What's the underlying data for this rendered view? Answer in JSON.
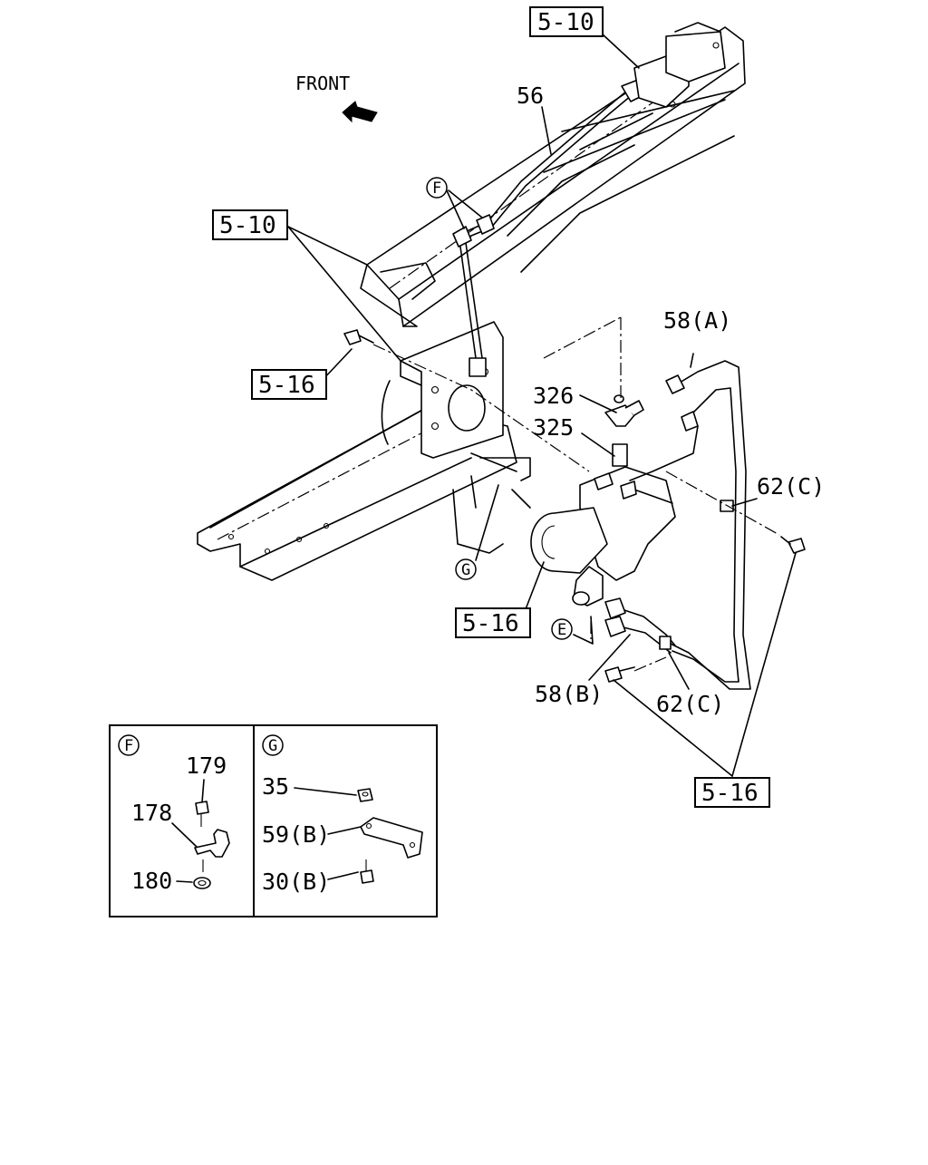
{
  "front_label": "FRONT",
  "callouts": {
    "ref_5_10_top": "5-10",
    "ref_5_10_left": "5-10",
    "ref_5_16_left": "5-16",
    "ref_5_16_mid": "5-16",
    "ref_5_16_bottom": "5-16",
    "part_56": "56",
    "part_58a": "58(A)",
    "part_326": "326",
    "part_325": "325",
    "part_62c_right": "62(C)",
    "part_62c_low": "62(C)",
    "part_58b": "58(B)",
    "circle_f": "F",
    "circle_g": "G",
    "circle_e": "E"
  },
  "inset_f": {
    "tag": "F",
    "labels": [
      "179",
      "178",
      "180"
    ]
  },
  "inset_g": {
    "tag": "G",
    "labels": [
      "35",
      "59(B)",
      "30(B)"
    ]
  },
  "icons": {
    "front_arrow": "arrow-up-left-icon"
  }
}
